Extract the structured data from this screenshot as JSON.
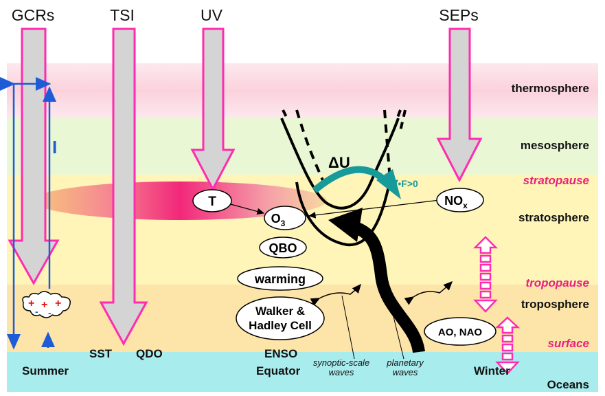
{
  "sources": {
    "gcrs": "GCRs",
    "tsi": "TSI",
    "uv": "UV",
    "seps": "SEPs"
  },
  "layers": {
    "thermosphere": "thermosphere",
    "mesosphere": "mesosphere",
    "stratopause": "stratopause",
    "stratosphere": "stratosphere",
    "tropopause": "tropopause",
    "troposphere": "troposphere",
    "surface": "surface",
    "oceans": "Oceans"
  },
  "processes": {
    "T": "T",
    "O3_main": "O",
    "O3_sub": "3",
    "NOx_main": "NO",
    "NOx_sub": "x",
    "qbo": "QBO",
    "warming": "warming",
    "walker1": "Walker &",
    "walker2": "Hadley Cell",
    "ao_nao": "AO, NAO"
  },
  "annotations": {
    "current": "I",
    "delta_u": "ΔU",
    "flux_div": "∇•F>0",
    "synoptic1": "synoptic-scale",
    "synoptic2": "waves",
    "planetary1": "planetary",
    "planetary2": "waves"
  },
  "bottom": {
    "summer": "Summer",
    "sst": "SST",
    "qdo": "QDO",
    "enso": "ENSO",
    "equator": "Equator",
    "winter": "Winter"
  },
  "charges": {
    "plus": "+",
    "minus": "-"
  },
  "colors": {
    "thermo": "#fbd8e0",
    "meso": "#e9f7d2",
    "strato": "#fff4b4",
    "tropo": "#fde3a6",
    "ocean": "#a8ecee",
    "magenta": "#ff2bb0",
    "arrowFill": "#d4d4d4",
    "blue": "#1e5bd6",
    "teal": "#179a9a",
    "pink_text": "#e8207d"
  }
}
